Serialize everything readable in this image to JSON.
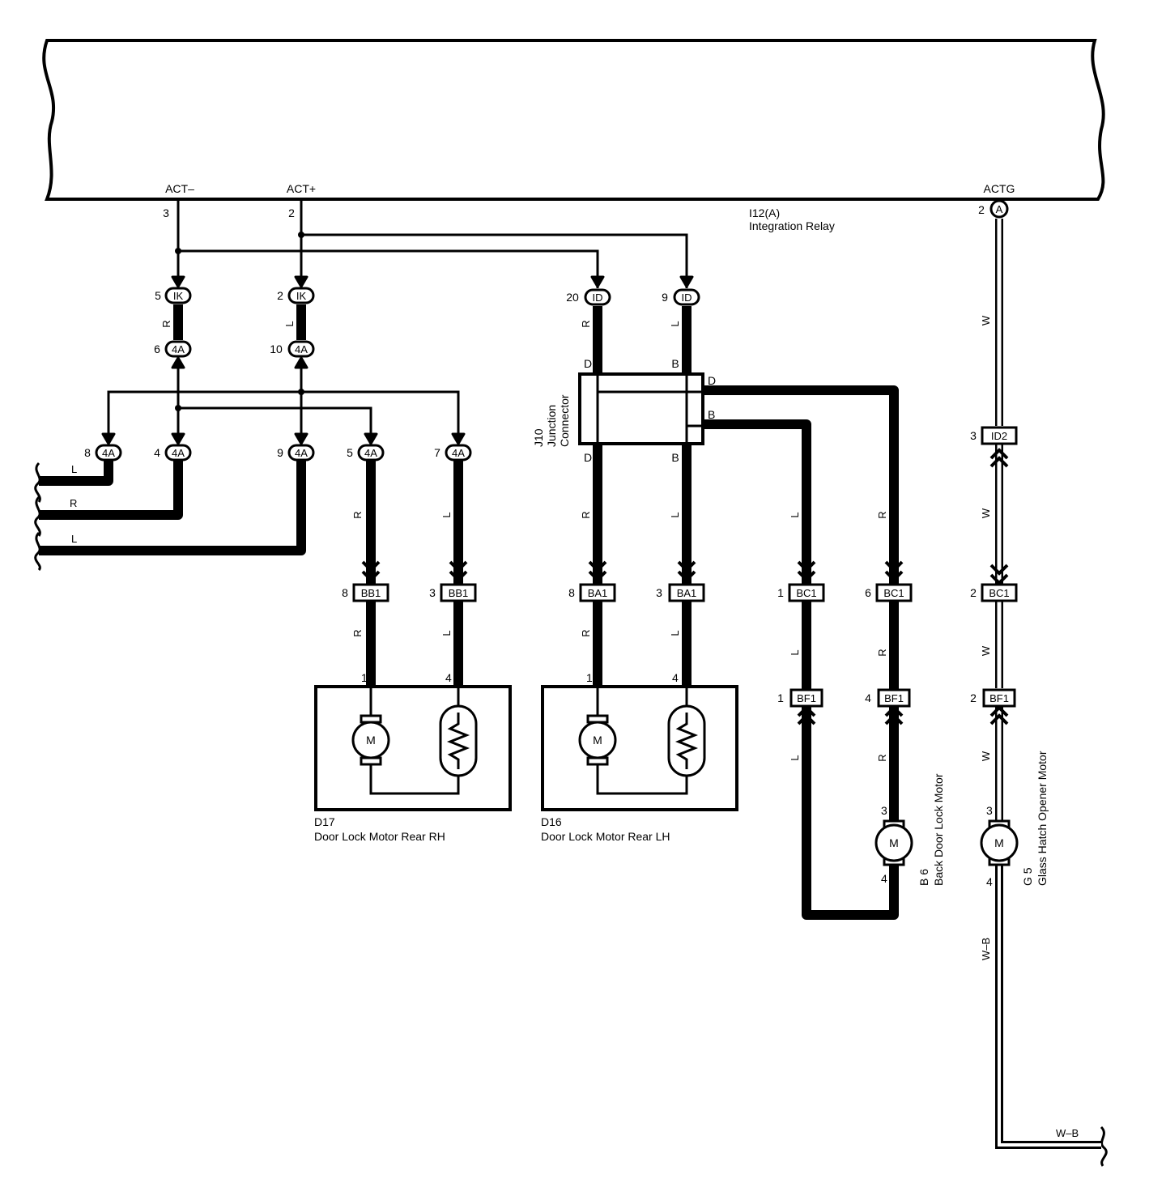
{
  "relay": {
    "part_id": "I12(A)",
    "name": "Integration Relay",
    "terminals": {
      "act_minus": "ACT–",
      "act_plus": "ACT+",
      "actg": "ACTG"
    },
    "pin_act_minus": "3",
    "pin_act_plus": "2",
    "pin_actg": "2",
    "pin_actg_letter": "A"
  },
  "junction_connector": {
    "part_id": "J10",
    "line1": "Junction",
    "line2": "Connector",
    "pin_d": "D",
    "pin_b": "B"
  },
  "components": {
    "d17": {
      "part_id": "D17",
      "name": "Door Lock Motor Rear RH",
      "pin1": "1",
      "pin4": "4"
    },
    "d16": {
      "part_id": "D16",
      "name": "Door Lock Motor Rear LH",
      "pin1": "1",
      "pin4": "4"
    },
    "b6": {
      "part_id": "B 6",
      "name": "Back Door Lock Motor",
      "pin3": "3",
      "pin4": "4"
    },
    "g5": {
      "part_id": "G 5",
      "name": "Glass Hatch Opener Motor",
      "pin3": "3",
      "pin4": "4"
    }
  },
  "motor_symbol": "M",
  "connectors": {
    "ik_r": {
      "label": "IK",
      "pin": "5"
    },
    "ik_l": {
      "label": "IK",
      "pin": "2"
    },
    "id_r": {
      "label": "ID",
      "pin": "20"
    },
    "id_l": {
      "label": "ID",
      "pin": "9"
    },
    "a4_6": {
      "label": "4A",
      "pin": "6"
    },
    "a4_10": {
      "label": "4A",
      "pin": "10"
    },
    "a4_8": {
      "label": "4A",
      "pin": "8"
    },
    "a4_4": {
      "label": "4A",
      "pin": "4"
    },
    "a4_9": {
      "label": "4A",
      "pin": "9"
    },
    "a4_5": {
      "label": "4A",
      "pin": "5"
    },
    "a4_7": {
      "label": "4A",
      "pin": "7"
    },
    "bb1_8": {
      "label": "BB1",
      "pin": "8"
    },
    "bb1_3": {
      "label": "BB1",
      "pin": "3"
    },
    "ba1_8": {
      "label": "BA1",
      "pin": "8"
    },
    "ba1_3": {
      "label": "BA1",
      "pin": "3"
    },
    "bc1_1": {
      "label": "BC1",
      "pin": "1"
    },
    "bc1_6": {
      "label": "BC1",
      "pin": "6"
    },
    "bc1_2": {
      "label": "BC1",
      "pin": "2"
    },
    "bf1_1": {
      "label": "BF1",
      "pin": "1"
    },
    "bf1_4": {
      "label": "BF1",
      "pin": "4"
    },
    "bf1_2": {
      "label": "BF1",
      "pin": "2"
    },
    "id2_3": {
      "label": "ID2",
      "pin": "3"
    }
  },
  "wire_colors": {
    "red": "R",
    "blue": "L",
    "white": "W",
    "white_black": "W–B"
  },
  "junction_pins": {
    "d_top": "D",
    "b_top": "B",
    "d_bottom": "D",
    "b_bottom": "B"
  }
}
